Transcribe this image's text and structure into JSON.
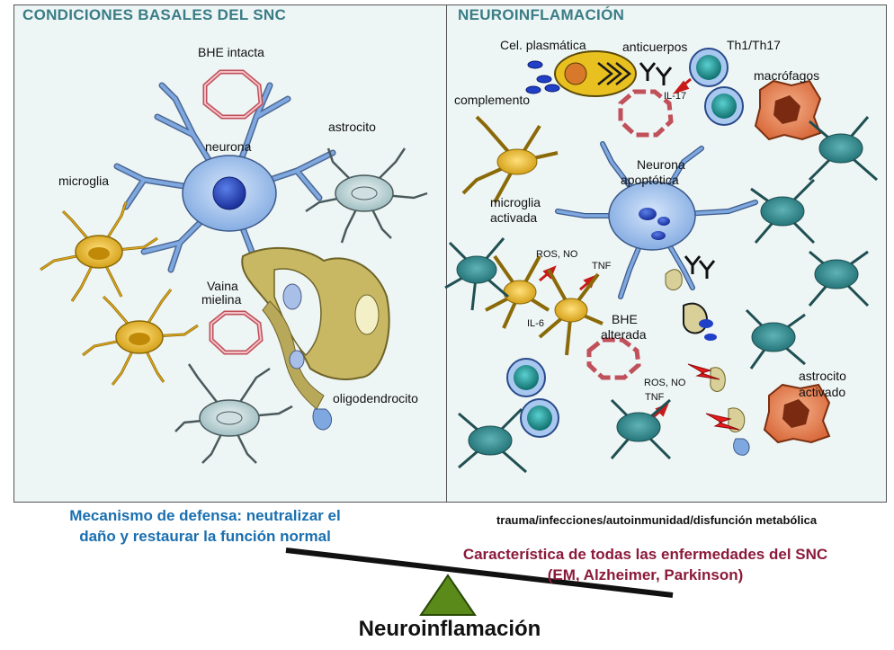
{
  "left_panel": {
    "title": "CONDICIONES BASALES DEL SNC",
    "labels": {
      "bhe": "BHE intacta",
      "neurona": "neurona",
      "astrocito": "astrocito",
      "microglia": "microglia",
      "vaina_line1": "Vaina",
      "vaina_line2": "mielina",
      "oligodendrocito": "oligodendrocito"
    }
  },
  "right_panel": {
    "title": "NEUROINFLAMACIÓN",
    "labels": {
      "cel_plasmatica": "Cel. plasmática",
      "anticuerpos": "anticuerpos",
      "th": "Th1/Th17",
      "il17": "IL-17",
      "macrofagos": "macrófagos",
      "complemento": "complemento",
      "neurona_line1": "Neurona",
      "neurona_line2": "apoptótica",
      "microglia_line1": "microglia",
      "microglia_line2": "activada",
      "ros_no_1": "ROS, NO",
      "tnf_1": "TNF",
      "il6": "IL-6",
      "bhe_line1": "BHE",
      "bhe_line2": "alterada",
      "ros_no_2": "ROS, NO",
      "tnf_2": "TNF",
      "astro_line1": "astrocito",
      "astro_line2": "activado"
    }
  },
  "bottom": {
    "left_caption_line1": "Mecanismo de defensa:  neutralizar el",
    "left_caption_line2": "daño y restaurar la función normal",
    "triggers": "trauma/infecciones/autoinmunidad/disfunción metabólica",
    "right_caption_line1": "Característica de todas las enfermedades del SNC",
    "right_caption_line2": "(EM, Alzheimer, Parkinson)",
    "balance_label": "Neuroinflamación"
  },
  "colors": {
    "title": "#3a7d86",
    "left_caption": "#1a6fb0",
    "right_caption": "#8b1a3a",
    "neuron": "#7fa8e0",
    "microglia": "#e0a81a",
    "astrocyte": "#b9d3d6",
    "activated_astrocyte": "#2f8a8e",
    "oligodendrocyte": "#b8a85a",
    "fulcrum": "#5a8a1a"
  }
}
